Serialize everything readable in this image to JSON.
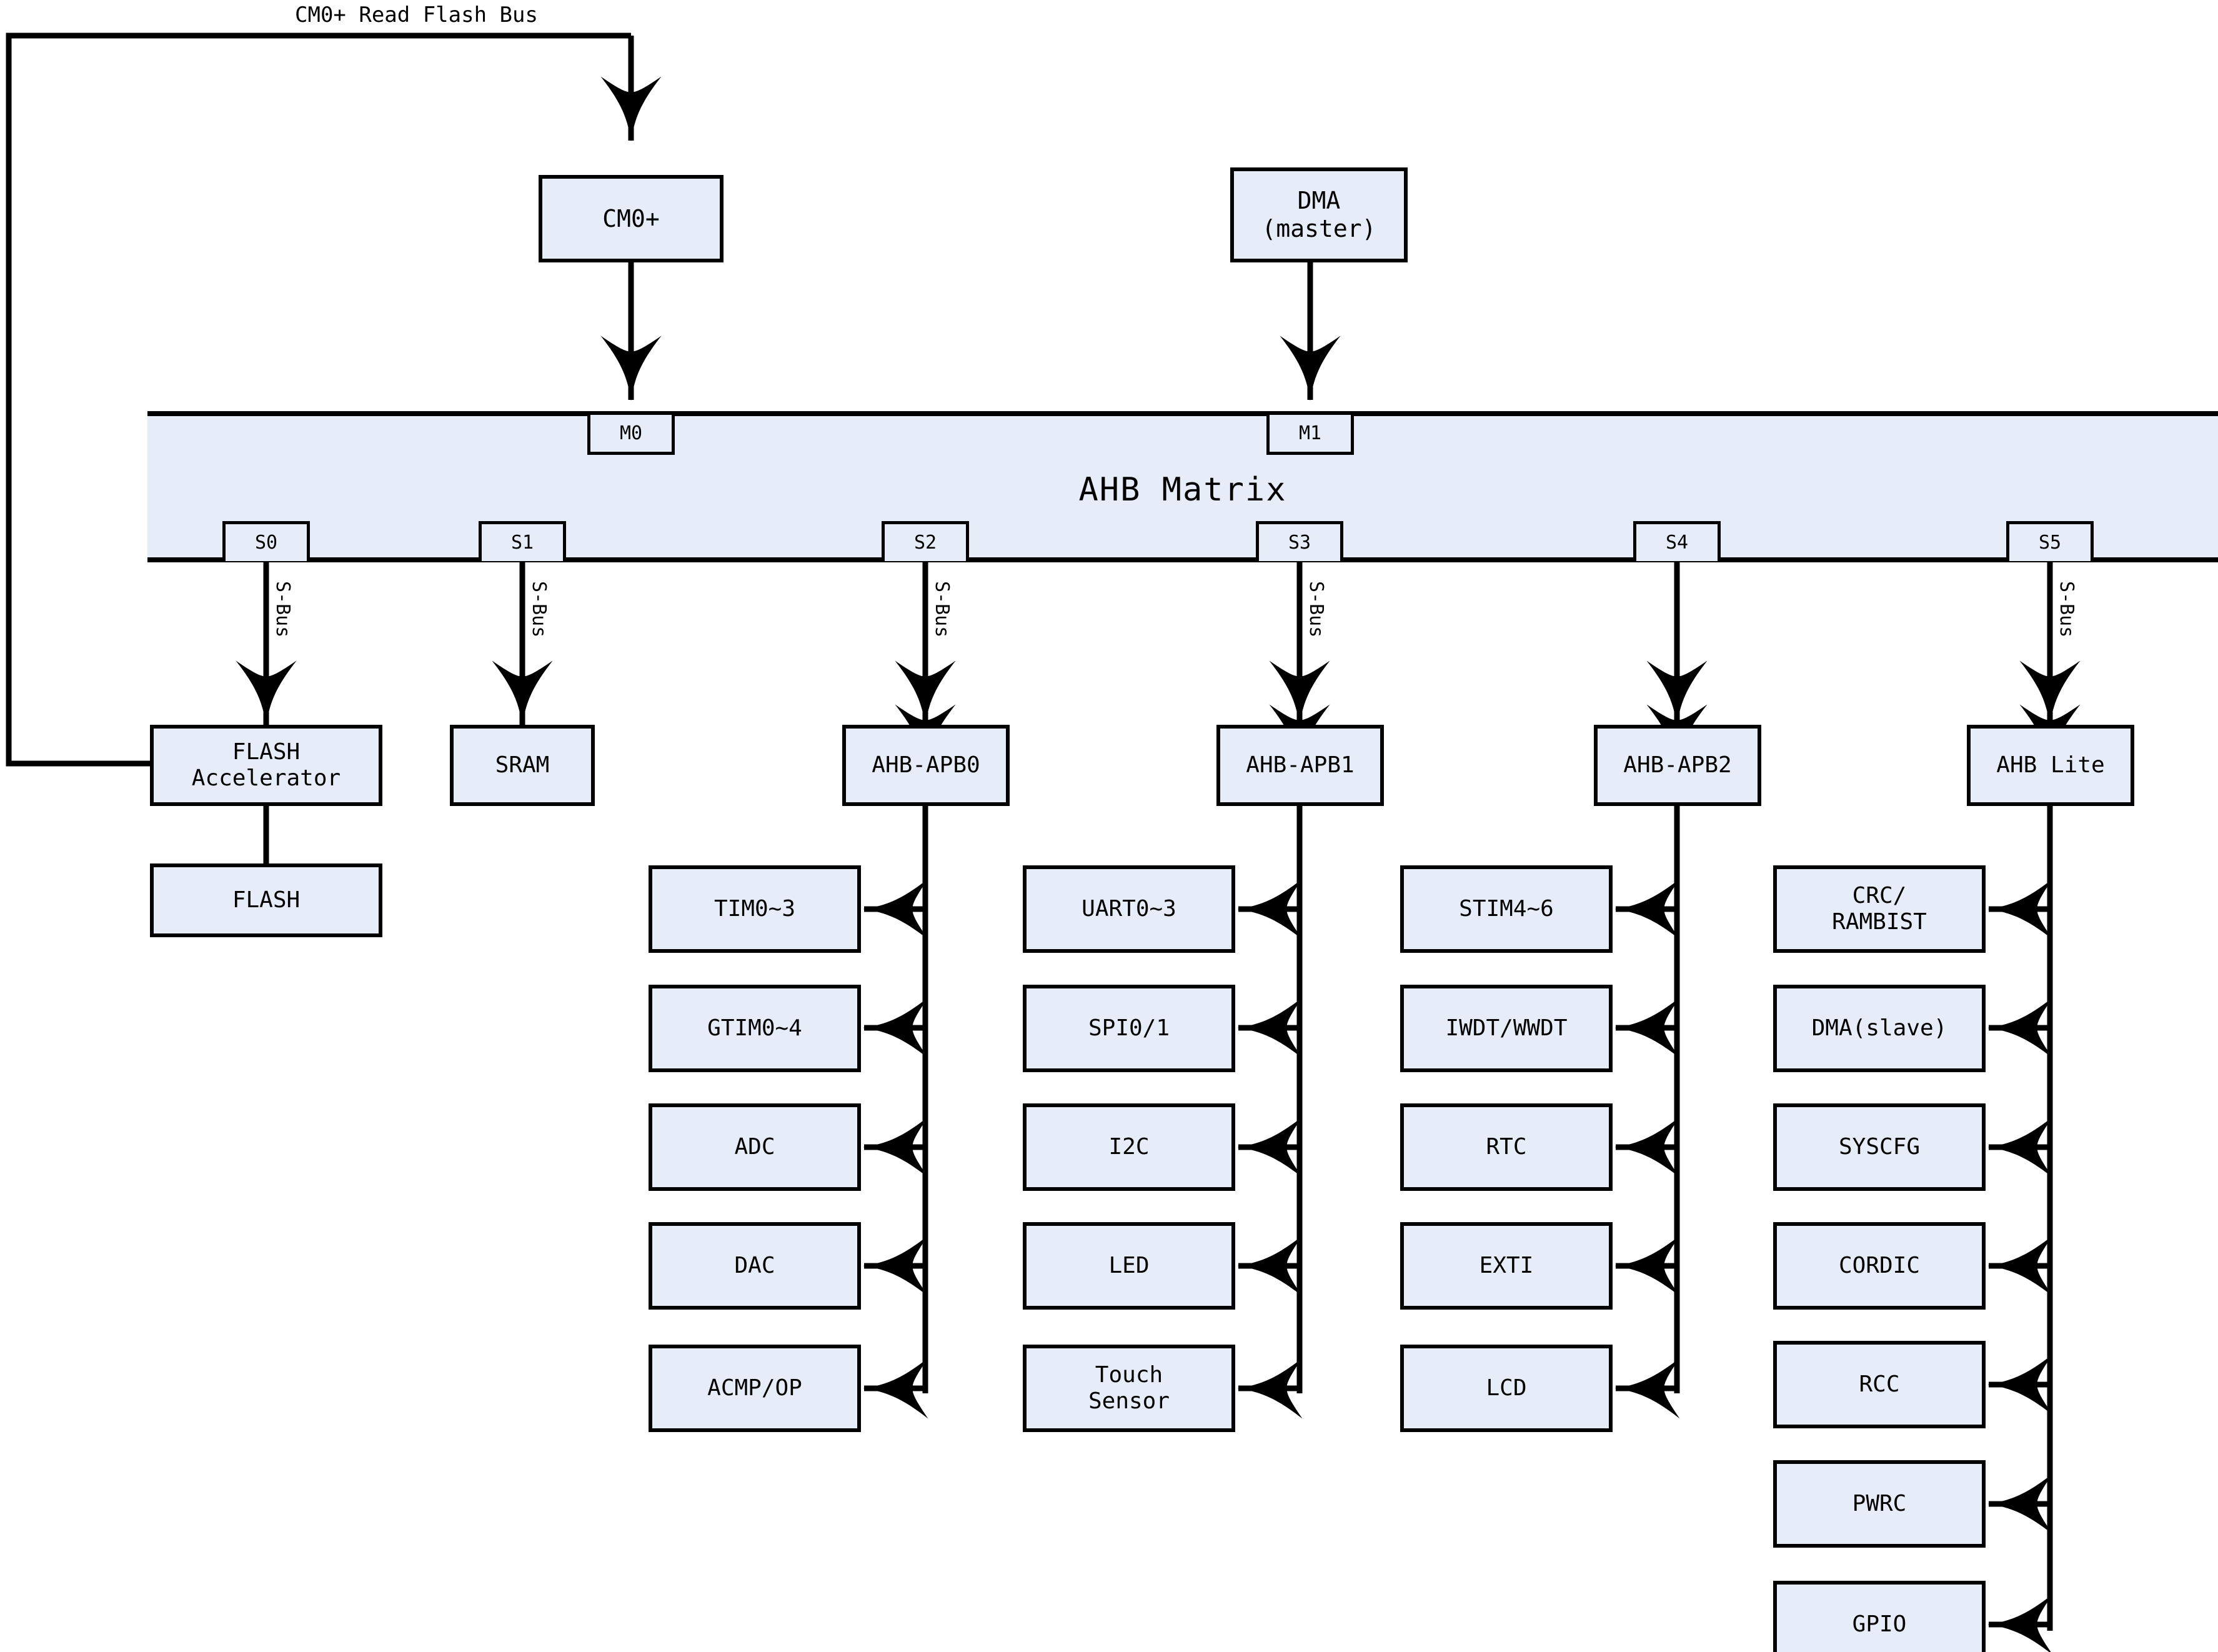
{
  "diagram": {
    "title_label": "CM0+ Read Flash Bus",
    "bus_label": "S-Bus",
    "matrix": {
      "name": "AHB Matrix",
      "master_ports": [
        "M0",
        "M1"
      ],
      "slave_ports": [
        "S0",
        "S1",
        "S2",
        "S3",
        "S4",
        "S5"
      ]
    },
    "masters": [
      {
        "id": "cm0",
        "label": "CM0+"
      },
      {
        "id": "dma",
        "label": "DMA\n(master)"
      }
    ],
    "slaves": [
      {
        "id": "flash_acc",
        "port": "S0",
        "label": "FLASH\nAccelerator",
        "sbus": "S-Bus"
      },
      {
        "id": "sram",
        "port": "S1",
        "label": "SRAM",
        "sbus": "S-Bus"
      },
      {
        "id": "ahb_apb0",
        "port": "S2",
        "label": "AHB-APB0",
        "sbus": "S-Bus"
      },
      {
        "id": "ahb_apb1",
        "port": "S3",
        "label": "AHB-APB1",
        "sbus": "S-Bus"
      },
      {
        "id": "ahb_apb2",
        "port": "S4",
        "label": "AHB-APB2",
        "sbus": ""
      },
      {
        "id": "ahb_lite",
        "port": "S5",
        "label": "AHB Lite",
        "sbus": "S-Bus"
      }
    ],
    "flash": {
      "label": "FLASH"
    },
    "peripheral_columns": [
      {
        "parent": "AHB-APB0",
        "items": [
          "TIM0~3",
          "GTIM0~4",
          "ADC",
          "DAC",
          "ACMP/OP"
        ]
      },
      {
        "parent": "AHB-APB1",
        "items": [
          "UART0~3",
          "SPI0/1",
          "I2C",
          "LED",
          "Touch\nSensor"
        ]
      },
      {
        "parent": "AHB-APB2",
        "items": [
          "STIM4~6",
          "IWDT/WWDT",
          "RTC",
          "EXTI",
          "LCD"
        ]
      },
      {
        "parent": "AHB Lite",
        "items": [
          "CRC/\nRAMBIST",
          "DMA(slave)",
          "SYSCFG",
          "CORDIC",
          "RCC",
          "PWRC",
          "GPIO"
        ]
      }
    ],
    "colors": {
      "box_fill": "#e7edf8",
      "line": "#000000",
      "background": "#ffffff"
    }
  }
}
